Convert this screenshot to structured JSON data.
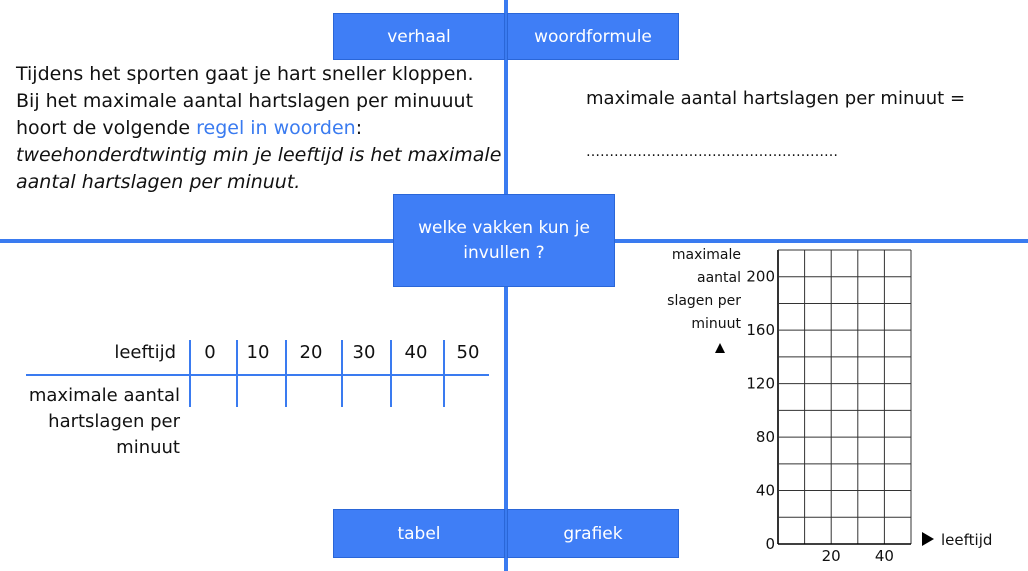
{
  "buttons": {
    "verhaal": "verhaal",
    "woordformule": "woordformule",
    "center": "welke vakken kun je invullen ?",
    "tabel": "tabel",
    "grafiek": "grafiek"
  },
  "story": {
    "line1": "Tijdens het sporten gaat je hart sneller kloppen.",
    "line2": "Bij het maximale aantal hartslagen per minuuut",
    "line3_pre": "hoort de volgende ",
    "line3_link": "regel in woorden",
    "line3_post": ":",
    "rule": "tweehonderdtwintig min je leeftijd is het maximale aantal hartslagen per minuut."
  },
  "formula": {
    "left": "maximale aantal hartslagen per minuut =",
    "blank": "………………………………………………"
  },
  "table": {
    "header_label": "leeftijd",
    "ages": [
      "0",
      "10",
      "20",
      "30",
      "40",
      "50"
    ],
    "row_label": "maximale aantal hartslagen per minuut"
  },
  "chart_data": {
    "type": "line",
    "series": [],
    "ylabel": "maximale aantal slagen per minuut",
    "xlabel": "leeftijd",
    "y_ticks": [
      0,
      40,
      80,
      120,
      160,
      200
    ],
    "x_ticks": [
      20,
      40
    ],
    "ylim": [
      0,
      220
    ],
    "xlim": [
      0,
      50
    ],
    "grid": true
  },
  "colors": {
    "accent": "#3f7ef6",
    "line": "#3a7bf0",
    "link": "#3a7bf0"
  }
}
